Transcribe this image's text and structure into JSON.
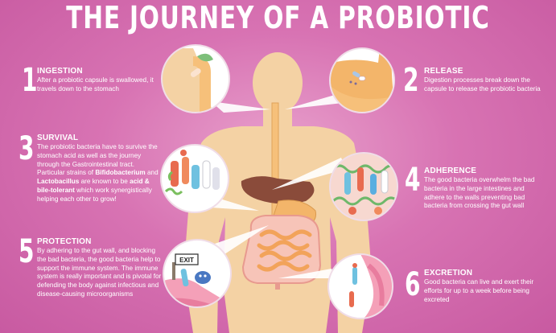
{
  "title": "THE JOURNEY OF A PROBIOTIC",
  "colors": {
    "background": "#d873b3",
    "skin": "#f4d2a4",
    "tract": "#f6c07a",
    "text": "#ffffff"
  },
  "steps": [
    {
      "number": "1",
      "heading": "INGESTION",
      "text": "After a probiotic capsule is swallowed, it travels down to the stomach"
    },
    {
      "number": "2",
      "heading": "RELEASE",
      "text": "Digestion processes break down the capsule to release the probiotic bacteria"
    },
    {
      "number": "3",
      "heading": "SURVIVAL",
      "text_parts": [
        "The probiotic bacteria have to survive the stomach acid as well as the journey through the Gastrointestinal tract. Particular strains of ",
        "Bifidobacterium",
        " and ",
        "Lactobacillus",
        " are known to be ",
        "acid & bile-tolerant",
        " which work synergistically helping each other to grow!"
      ]
    },
    {
      "number": "4",
      "heading": "ADHERENCE",
      "text": "The good bacteria overwhelm the bad bacteria in the large intestines and adhere to the walls preventing bad bacteria from crossing the gut wall"
    },
    {
      "number": "5",
      "heading": "PROTECTION",
      "text": "By adhering to the gut wall, and blocking the bad bacteria, the good bacteria help to support the immune system. The immune system is really important and is pivotal for defending the body against infectious and disease-causing microorganisms"
    },
    {
      "number": "6",
      "heading": "EXCRETION",
      "text": "Good bacteria can live and exert their efforts for up to a week before being excreted"
    }
  ],
  "sign_text": "EXIT"
}
